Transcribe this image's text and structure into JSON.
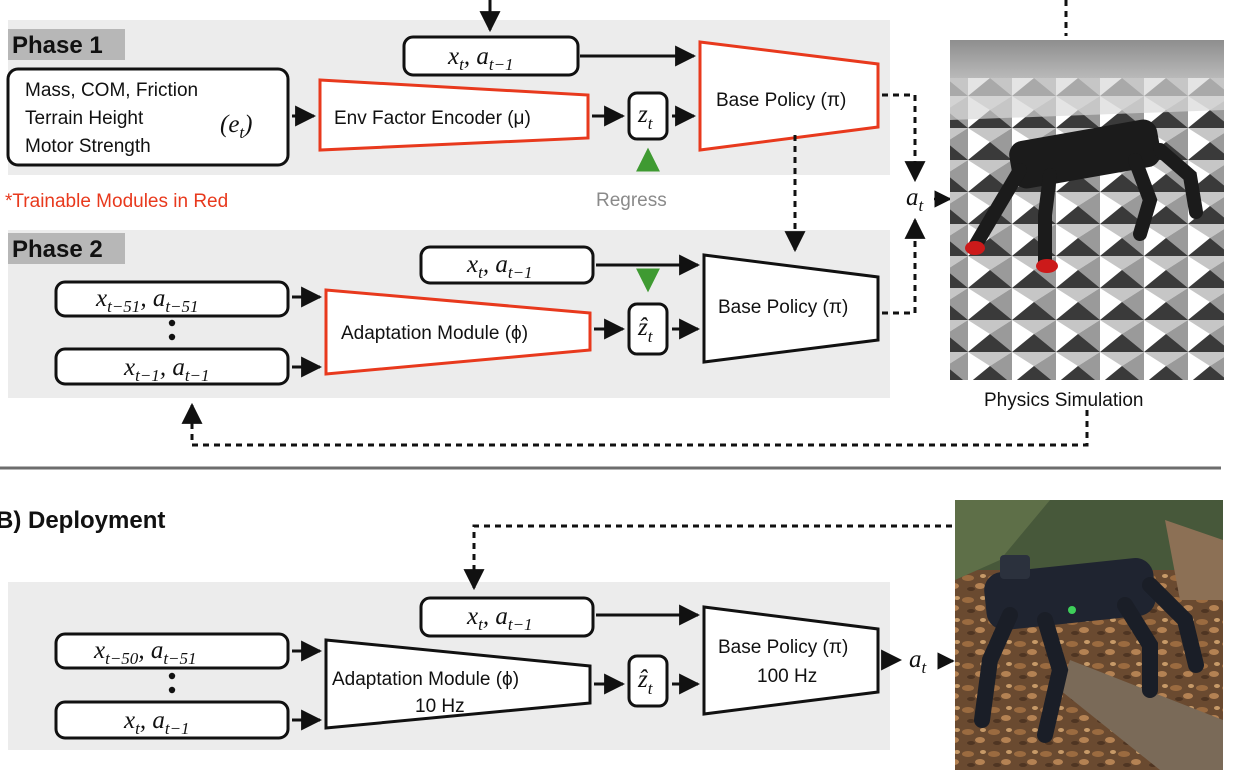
{
  "training": {
    "phase1_label": "Phase 1",
    "phase2_label": "Phase 2",
    "env_factors": [
      "Mass, COM, Friction",
      "Terrain Height",
      "Motor Strength"
    ],
    "env_factor_symbol": "(e",
    "env_factor_symbol_sub": "t",
    "env_factor_symbol_close": ")",
    "env_encoder_label": "Env Factor Encoder (μ)",
    "base_policy_label": "Base Policy (π)",
    "trainable_note": "*Trainable Modules in Red",
    "regress_label": "Regress",
    "adaptation_label": "Adaptation Module (ϕ)",
    "history_first": {
      "x": "x",
      "x_sub": "t−51",
      "a": "a",
      "a_sub": "t−51"
    },
    "history_last": {
      "x": "x",
      "x_sub": "t−1",
      "a": "a",
      "a_sub": "t−1"
    },
    "sim_caption": "Physics Simulation"
  },
  "current_obs": {
    "x": "x",
    "x_sub": "t",
    "a": "a",
    "a_sub": "t−1"
  },
  "latent": {
    "z": "z",
    "z_sub": "t"
  },
  "latent_hat": {
    "z": "ẑ",
    "z_sub": "t"
  },
  "action": {
    "a": "a",
    "a_sub": "t"
  },
  "deployment": {
    "title": "B) Deployment",
    "adaptation_label": "Adaptation Module (ϕ)",
    "adaptation_rate": "10 Hz",
    "base_policy_label": "Base Policy (π)",
    "base_policy_rate": "100 Hz",
    "history_first": {
      "x": "x",
      "x_sub": "t−50",
      "a": "a",
      "a_sub": "t−51"
    },
    "history_last": {
      "x": "x",
      "x_sub": "t",
      "a": "a",
      "a_sub": "t−1"
    }
  },
  "colors": {
    "trainable": "#e8391d",
    "regress": "#3f9a32",
    "panel": "#ececec"
  }
}
